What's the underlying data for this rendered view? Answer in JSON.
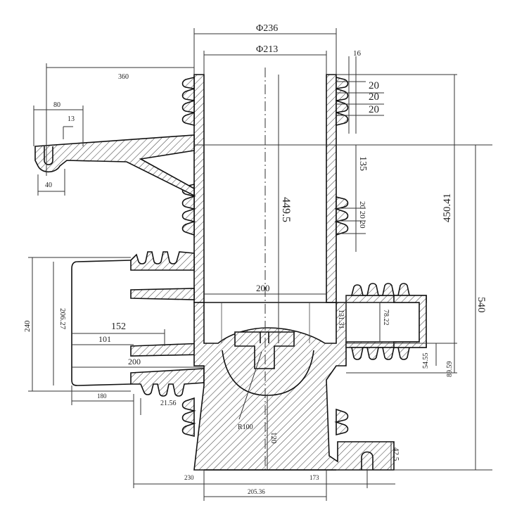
{
  "drawing": {
    "dimensions": {
      "phi236": "Φ236",
      "phi213": "Φ213",
      "d16": "16",
      "d20a": "20",
      "d20b": "20",
      "d20c": "20",
      "d360": "360",
      "d80": "80",
      "d13": "13",
      "d40": "40",
      "d135": "135",
      "d449_5": "449.5",
      "d450_41": "450.41",
      "d20_20_20": "20 20 20",
      "d540": "540",
      "d200_top": "200",
      "d240": "240",
      "d206_27": "206.27",
      "d152": "152",
      "d101": "101",
      "d200_inner": "200",
      "d131_31": "131.31",
      "d78_22": "78.22",
      "d54_55": "54.55",
      "d89_59": "89.59",
      "d180": "180",
      "d21_56": "21.56",
      "r100": "R100",
      "d120": "120",
      "d42_5": "42.5",
      "d230": "230",
      "d173": "173",
      "d205_36": "205.36"
    }
  }
}
